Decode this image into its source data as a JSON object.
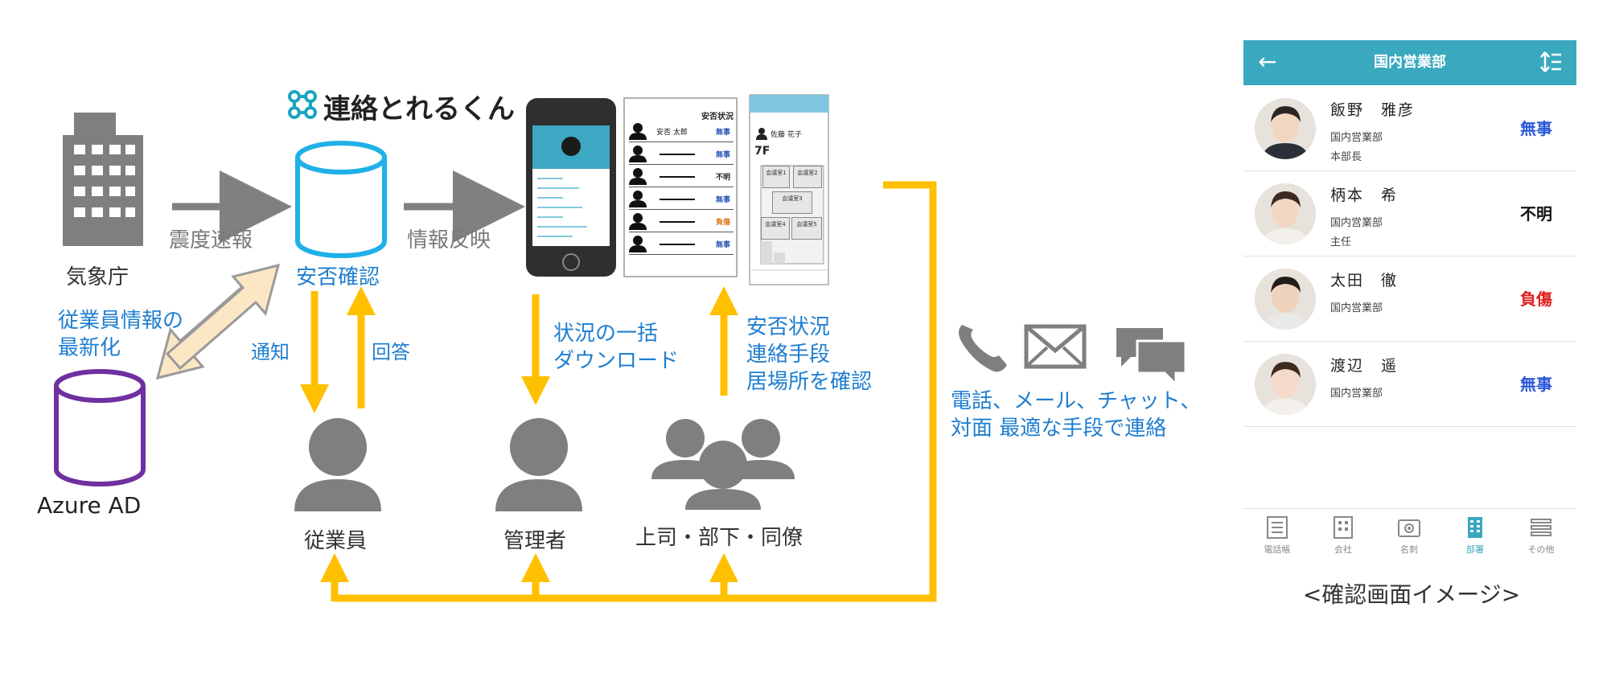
{
  "logo": {
    "name": "連絡とれるくん"
  },
  "nodes": {
    "jma": "気象庁",
    "anpi": "安否確認",
    "azure": "Azure AD",
    "employee": "従業員",
    "admin": "管理者",
    "colleagues": "上司・部下・同僚"
  },
  "edges": {
    "quake_report": "震度速報",
    "info_reflect": "情報反映",
    "sync_line1": "従業員情報の",
    "sync_line2": "最新化",
    "notify": "通知",
    "answer": "回答",
    "download_line1": "状況の一括",
    "download_line2": "ダウンロード",
    "check_line1": "安否状況",
    "check_line2": "連絡手段",
    "check_line3": "居場所を確認",
    "contact_line1": "電話、メール、チャット、",
    "contact_line2": "対面 最適な手段で連絡"
  },
  "status_sheet": {
    "header": "安否状況",
    "rows": [
      {
        "name": "安否 太郎",
        "status": "無事",
        "color": "#2a57b5"
      },
      {
        "name": "",
        "status": "無事",
        "color": "#2a57b5"
      },
      {
        "name": "",
        "status": "不明",
        "color": "#222222"
      },
      {
        "name": "",
        "status": "無事",
        "color": "#2a57b5"
      },
      {
        "name": "",
        "status": "負傷",
        "color": "#e07a1c"
      },
      {
        "name": "",
        "status": "無事",
        "color": "#2a57b5"
      }
    ]
  },
  "floor_map": {
    "person": "佐藤 花子",
    "floor": "7F",
    "rooms": [
      "会議室1",
      "会議室2",
      "会議室3",
      "会議室4",
      "会議室5"
    ]
  },
  "app": {
    "title": "国内営業部",
    "people": [
      {
        "name": "飯野　雅彦",
        "dept": "国内営業部",
        "title": "本部長",
        "status": "無事",
        "status_color": "#2a57d8"
      },
      {
        "name": "柄本　希",
        "dept": "国内営業部",
        "title": "主任",
        "status": "不明",
        "status_color": "#111111"
      },
      {
        "name": "太田　徹",
        "dept": "国内営業部",
        "title": "",
        "status": "負傷",
        "status_color": "#e02020"
      },
      {
        "name": "渡辺　遥",
        "dept": "国内営業部",
        "title": "",
        "status": "無事",
        "status_color": "#2a57d8"
      }
    ],
    "tabs": [
      {
        "label": "電話帳",
        "icon": "phonebook-icon"
      },
      {
        "label": "会社",
        "icon": "building-icon"
      },
      {
        "label": "名刺",
        "icon": "card-icon"
      },
      {
        "label": "部署",
        "icon": "department-icon"
      },
      {
        "label": "その他",
        "icon": "menu-icon"
      }
    ],
    "active_tab": "部署",
    "accent": "#3aa8bf"
  },
  "caption": "<確認画面イメージ>",
  "colors": {
    "arrow_gray": "#808080",
    "arrow_yellow": "#ffc000",
    "db_blue": "#20b0e8",
    "db_purple": "#7030a0",
    "text_blue": "#1f7ed0"
  }
}
